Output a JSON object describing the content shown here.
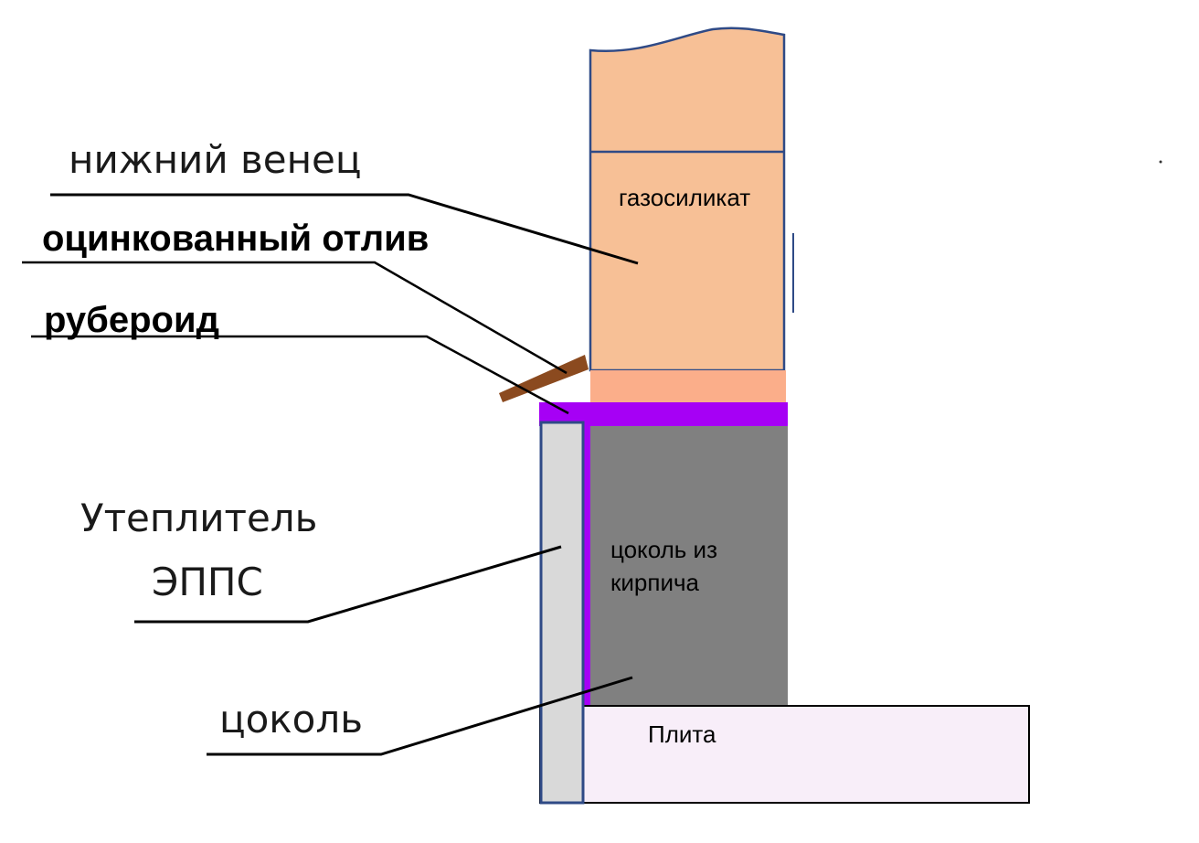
{
  "labels": {
    "nizhniy_venets": "нижний венец",
    "otliv": "оцинкованный отлив",
    "ruberoid": "рубероид",
    "uteplitel_line1": "Утеплитель",
    "uteplitel_line2": "ЭППС",
    "tsokol": "цоколь",
    "gazosilikat": "газосиликат",
    "tsokol_kirpich_line1": "цоколь из",
    "tsokol_kirpich_line2": "кирпича",
    "plita": "Плита"
  },
  "colors": {
    "gas_block": "#F7C096",
    "bottom_course": "#FBAE8A",
    "waterproofing": "#A600F5",
    "brick_plinth": "#808080",
    "insulation": "#D9D9D9",
    "slab": "#F8EEF9",
    "drip_edge": "#8B4A1F",
    "outline": "#2F4A86",
    "leader": "#000000"
  }
}
